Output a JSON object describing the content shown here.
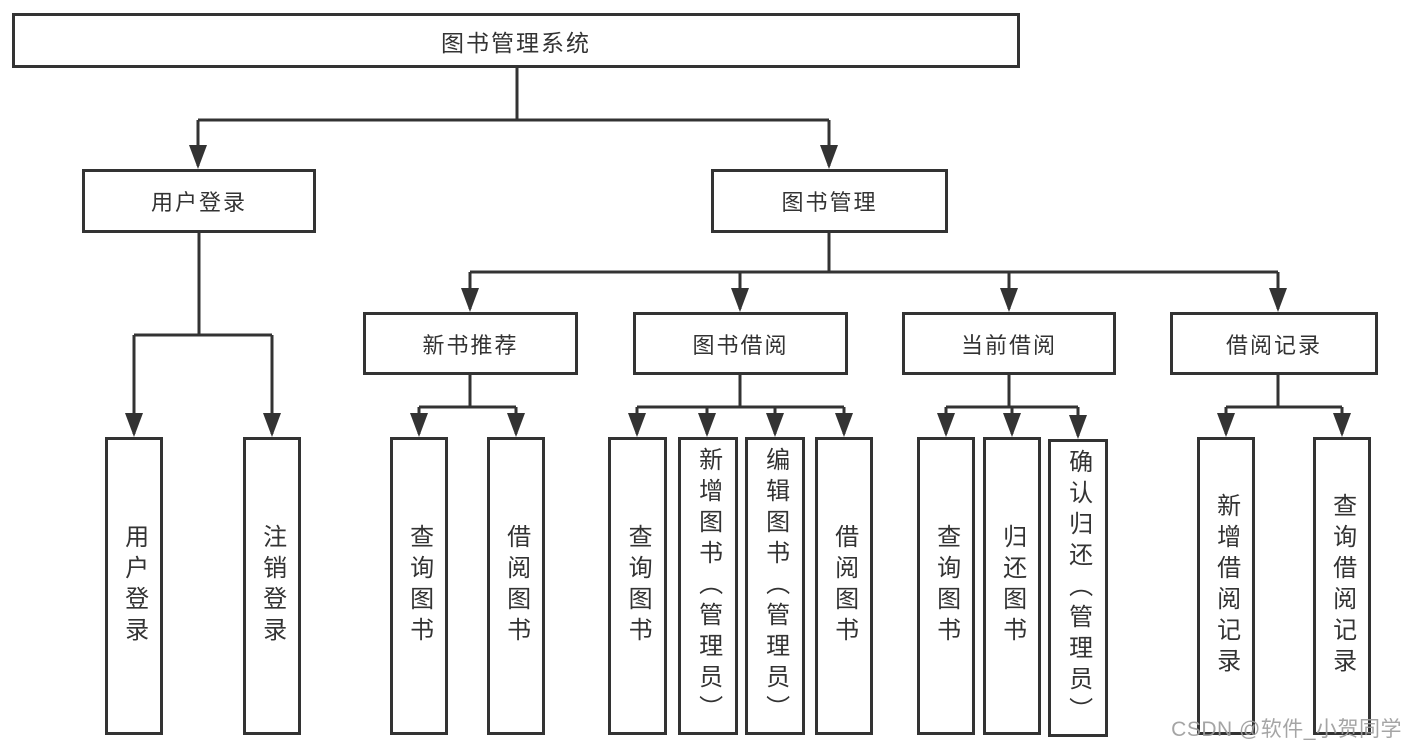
{
  "diagram": {
    "root": "图书管理系统",
    "branches": {
      "user_login": "用户登录",
      "book_management": "图书管理"
    },
    "modules": [
      "新书推荐",
      "图书借阅",
      "当前借阅",
      "借阅记录"
    ],
    "leaves": {
      "user_login": [
        "用户登录",
        "注销登录"
      ],
      "new_book_recommend": [
        "查询图书",
        "借阅图书"
      ],
      "book_borrow": [
        "查询图书",
        "新增图书（管理员）",
        "编辑图书（管理员）",
        "借阅图书"
      ],
      "current_borrow": [
        "查询图书",
        "归还图书",
        "确认归还（管理员）"
      ],
      "borrow_records": [
        "新增借阅记录",
        "查询借阅记录"
      ]
    }
  },
  "watermark": "CSDN @软件_小贺同学",
  "colors": {
    "line": "#333333",
    "text": "#333333",
    "box_background": "#ffffff",
    "watermark": "#9e9e9e",
    "background": "#ffffff"
  }
}
